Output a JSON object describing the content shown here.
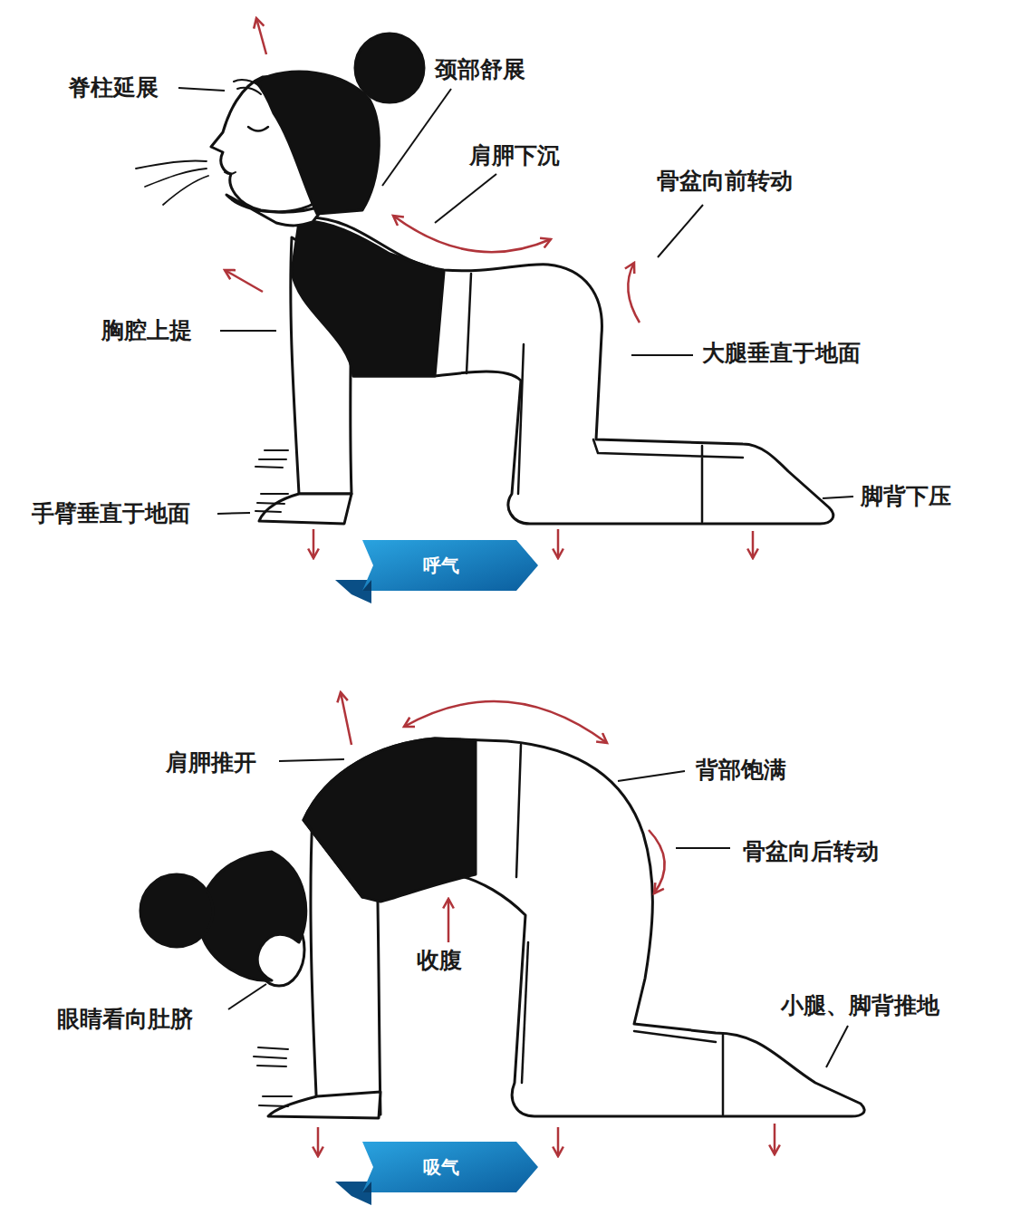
{
  "diagram": {
    "nodes": [
      {
        "text": [
          "呼气"
        ]
      },
      {
        "text": [
          "吸气"
        ]
      }
    ],
    "labels": [
      "脊柱延展",
      "颈部舒展",
      "肩胛下沉",
      "骨盆向前转动",
      "胸腔上提",
      "大腿垂直于地面",
      "脚背下压",
      "手臂垂直于地面",
      "肩胛推开",
      "背部饱满",
      "骨盆向后转动",
      "收腹",
      "眼睛看向肚脐",
      "小腿、脚背推地"
    ]
  }
}
